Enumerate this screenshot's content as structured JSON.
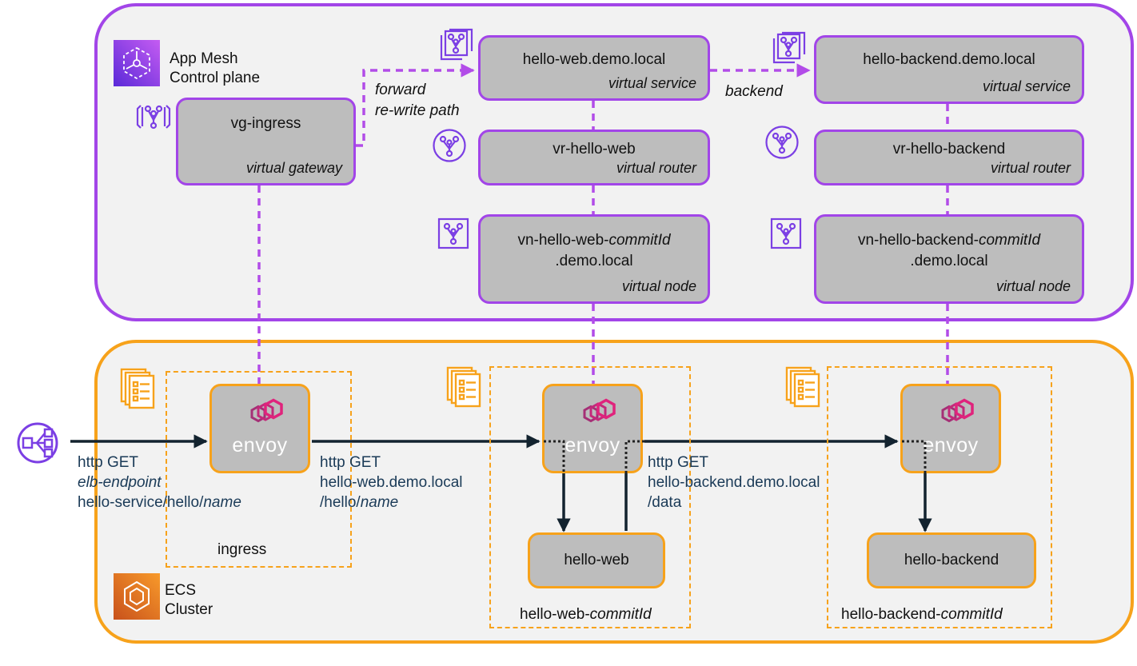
{
  "app_mesh": {
    "label": "App Mesh\nControl plane"
  },
  "ecs": {
    "label": "ECS\nCluster"
  },
  "gateway": {
    "name": "vg-ingress",
    "type": "virtual gateway"
  },
  "web_service": {
    "name": "hello-web.demo.local",
    "type": "virtual service"
  },
  "web_router": {
    "name": "vr-hello-web",
    "type": "virtual router"
  },
  "web_node": {
    "name_prefix": "vn-hello-web-",
    "name_italic": "commitId",
    "name_line2": ".demo.local",
    "type": "virtual node"
  },
  "backend_service": {
    "name": "hello-backend.demo.local",
    "type": "virtual service"
  },
  "backend_router": {
    "name": "vr-hello-backend",
    "type": "virtual router"
  },
  "backend_node": {
    "name_prefix": "vn-hello-backend-",
    "name_italic": "commitId",
    "name_line2": ".demo.local",
    "type": "virtual node"
  },
  "envoy": {
    "label": "envoy"
  },
  "tasks": {
    "ingress": {
      "label": "ingress"
    },
    "web": {
      "label_prefix": "hello-web-",
      "label_italic": "commitId"
    },
    "backend": {
      "label_prefix": "hello-backend-",
      "label_italic": "commitId"
    }
  },
  "containers": {
    "web": "hello-web",
    "backend": "hello-backend"
  },
  "edges": {
    "forward": "forward",
    "rewrite": "re-write path",
    "backend": "backend"
  },
  "requests": {
    "r1": {
      "line1": "http GET",
      "line2_italic": "elb-endpoint",
      "line3_prefix": "hello-service/hello/",
      "line3_italic": "name"
    },
    "r2": {
      "line1": "http GET",
      "line2": "hello-web.demo.local",
      "line3_prefix": "/hello/",
      "line3_italic": "name"
    },
    "r3": {
      "line1": "http GET",
      "line2": "hello-backend.demo.local",
      "line3": "/data"
    }
  },
  "colors": {
    "mesh": "#a245e8",
    "ecs": "#f7a21b",
    "box": "#bdbdbd",
    "arrow": "#13232f",
    "envoy_pink": "#d6247a"
  },
  "icons": [
    "app-mesh-icon",
    "ecs-icon",
    "load-balancer-icon",
    "virtual-gateway-icon",
    "virtual-service-icon",
    "virtual-router-icon",
    "virtual-node-icon",
    "task-icon",
    "envoy-logo-icon"
  ]
}
